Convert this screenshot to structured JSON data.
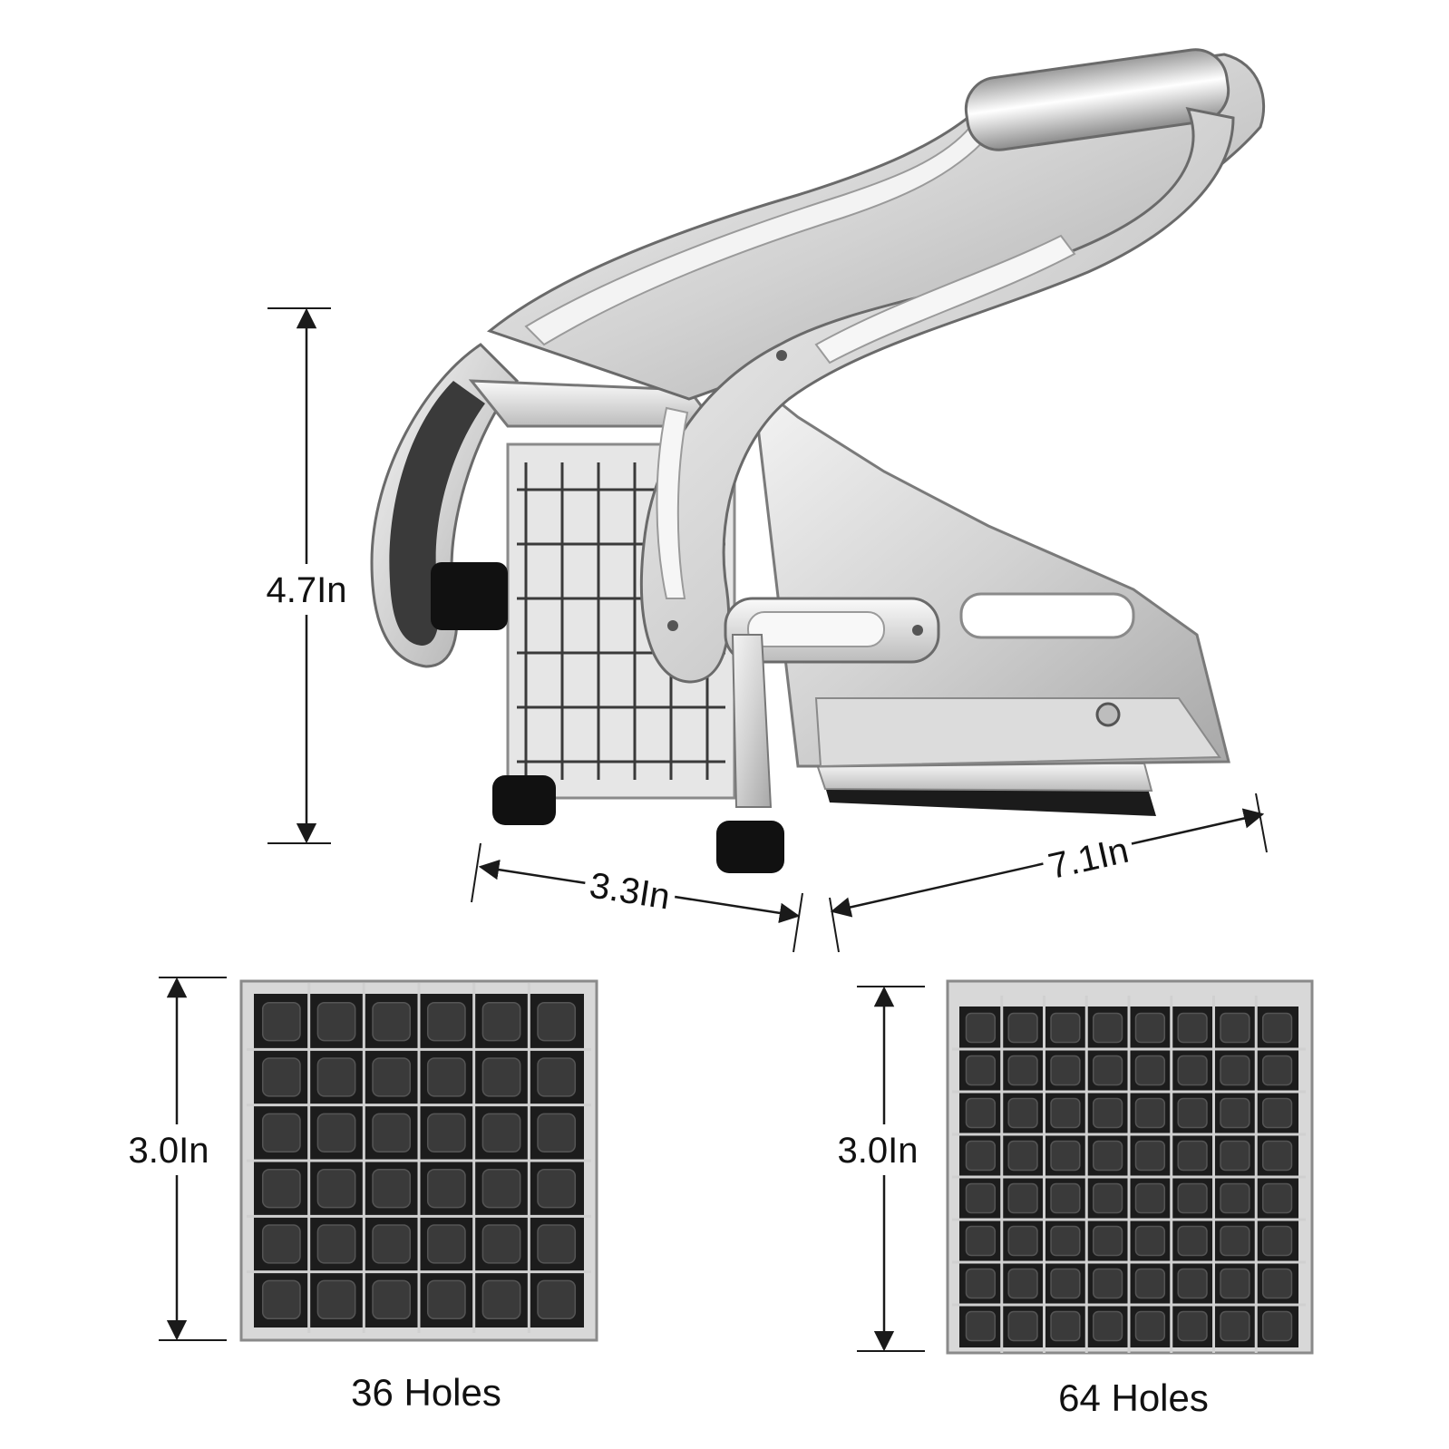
{
  "dimensions": {
    "height": "4.7In",
    "depth": "3.3In",
    "length": "7.1In"
  },
  "blades": [
    {
      "size": "3.0In",
      "caption": "36 Holes",
      "grid": 6
    },
    {
      "size": "3.0In",
      "caption": "64 Holes",
      "grid": 8
    }
  ],
  "colors": {
    "steel_light": "#e8e8e8",
    "steel_mid": "#c4c4c4",
    "steel_dark": "#8a8a8a",
    "rubber": "#111111",
    "line": "#1a1a1a"
  }
}
